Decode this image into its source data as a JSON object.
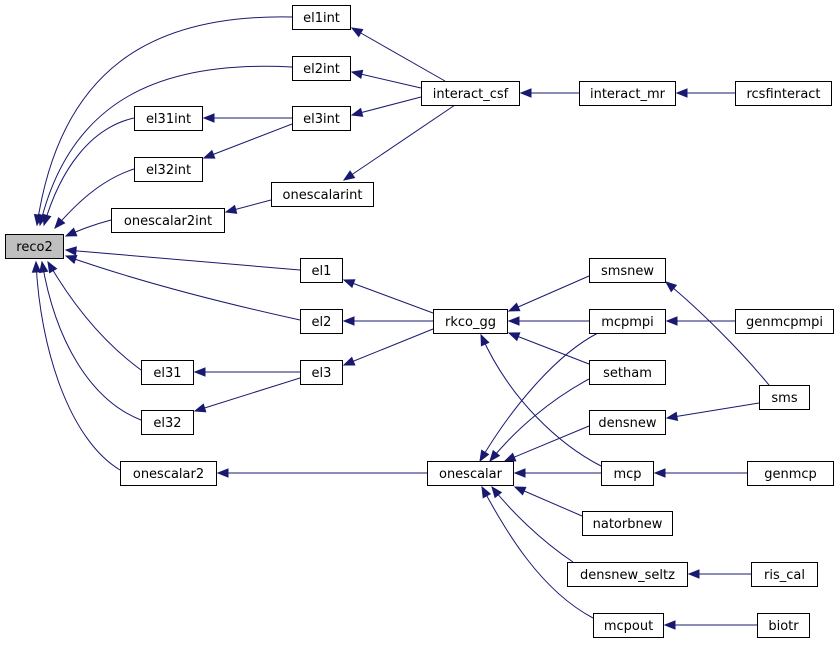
{
  "graph": {
    "title": "",
    "colors": {
      "edge": "#191970",
      "root_fill": "#bfbfbf",
      "node_fill": "#ffffff",
      "border": "#000000"
    },
    "root": "reco2",
    "nodes": [
      "reco2",
      "el1int",
      "el2int",
      "el31int",
      "el3int",
      "el32int",
      "onescalar2int",
      "onescalarint",
      "interact_csf",
      "interact_mr",
      "rcsfinteract",
      "el1",
      "el2",
      "el31",
      "el3",
      "el32",
      "rkco_gg",
      "smsnew",
      "mcpmpi",
      "genmcpmpi",
      "setham",
      "sms",
      "densnew",
      "onescalar2",
      "onescalar",
      "mcp",
      "genmcp",
      "natorbnew",
      "densnew_seltz",
      "ris_cal",
      "mcpout",
      "biotr"
    ],
    "edges": [
      {
        "from": "el1int",
        "to": "reco2"
      },
      {
        "from": "el2int",
        "to": "reco2"
      },
      {
        "from": "el31int",
        "to": "reco2"
      },
      {
        "from": "el32int",
        "to": "reco2"
      },
      {
        "from": "onescalar2int",
        "to": "reco2"
      },
      {
        "from": "el1",
        "to": "reco2"
      },
      {
        "from": "el2",
        "to": "reco2"
      },
      {
        "from": "el31",
        "to": "reco2"
      },
      {
        "from": "el32",
        "to": "reco2"
      },
      {
        "from": "onescalar2",
        "to": "reco2"
      },
      {
        "from": "interact_csf",
        "to": "el1int"
      },
      {
        "from": "interact_csf",
        "to": "el2int"
      },
      {
        "from": "interact_csf",
        "to": "el3int"
      },
      {
        "from": "interact_csf",
        "to": "onescalarint"
      },
      {
        "from": "el3int",
        "to": "el31int"
      },
      {
        "from": "el3int",
        "to": "el32int"
      },
      {
        "from": "onescalarint",
        "to": "onescalar2int"
      },
      {
        "from": "interact_mr",
        "to": "interact_csf"
      },
      {
        "from": "rcsfinteract",
        "to": "interact_mr"
      },
      {
        "from": "rkco_gg",
        "to": "el1"
      },
      {
        "from": "rkco_gg",
        "to": "el2"
      },
      {
        "from": "rkco_gg",
        "to": "el3"
      },
      {
        "from": "el3",
        "to": "el31"
      },
      {
        "from": "el3",
        "to": "el32"
      },
      {
        "from": "smsnew",
        "to": "rkco_gg"
      },
      {
        "from": "mcpmpi",
        "to": "rkco_gg"
      },
      {
        "from": "setham",
        "to": "rkco_gg"
      },
      {
        "from": "mcp",
        "to": "rkco_gg"
      },
      {
        "from": "genmcpmpi",
        "to": "mcpmpi"
      },
      {
        "from": "sms",
        "to": "smsnew"
      },
      {
        "from": "sms",
        "to": "densnew"
      },
      {
        "from": "onescalar",
        "to": "onescalar2"
      },
      {
        "from": "mcpmpi",
        "to": "onescalar"
      },
      {
        "from": "setham",
        "to": "onescalar"
      },
      {
        "from": "densnew",
        "to": "onescalar"
      },
      {
        "from": "mcp",
        "to": "onescalar"
      },
      {
        "from": "natorbnew",
        "to": "onescalar"
      },
      {
        "from": "densnew_seltz",
        "to": "onescalar"
      },
      {
        "from": "mcpout",
        "to": "onescalar"
      },
      {
        "from": "genmcp",
        "to": "mcp"
      },
      {
        "from": "ris_cal",
        "to": "densnew_seltz"
      },
      {
        "from": "biotr",
        "to": "mcpout"
      }
    ]
  }
}
